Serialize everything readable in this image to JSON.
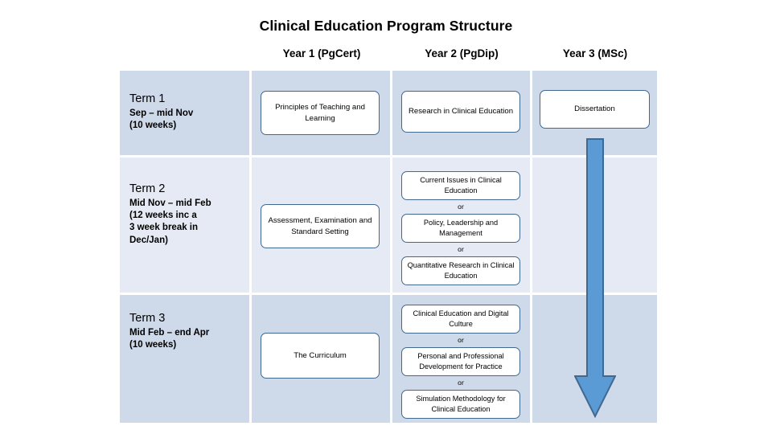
{
  "slide": {
    "title": "Clinical Education Program Structure",
    "background_color": "#ffffff",
    "band_dark_color": "#ced9ea",
    "band_light_color": "#e5eaf4",
    "box_border_color": "#41688f",
    "arrow_fill_color": "#5b9bd5",
    "arrow_border_color": "#41688f"
  },
  "columns": {
    "term_header": "",
    "year1": "Year 1 (PgCert)",
    "year2": "Year 2 (PgDip)",
    "year3": "Year 3 (MSc)"
  },
  "terms": [
    {
      "title": "Term 1",
      "dates": "Sep – mid Nov",
      "duration": "(10 weeks)"
    },
    {
      "title": "Term 2",
      "dates": "Mid Nov – mid Feb",
      "duration_line1": "(12 weeks inc a",
      "duration_line2": "3 week break in",
      "duration_line3": "Dec/Jan)"
    },
    {
      "title": "Term 3",
      "dates": "Mid Feb – end Apr",
      "duration": "(10 weeks)"
    }
  ],
  "year1_courses": {
    "term1": "Principles of Teaching and Learning",
    "term2": "Assessment, Examination and Standard Setting",
    "term3": "The Curriculum"
  },
  "year2_courses": {
    "term1": "Research in Clinical Education",
    "term2_options": [
      "Current Issues in Clinical Education",
      "Policy, Leadership and Management",
      "Quantitative Research in Clinical Education"
    ],
    "term3_options": [
      "Clinical Education and Digital Culture",
      "Personal and Professional Development for Practice",
      "Simulation Methodology for Clinical Education"
    ],
    "or_separator": "or"
  },
  "year3_courses": {
    "term1": "Dissertation"
  }
}
